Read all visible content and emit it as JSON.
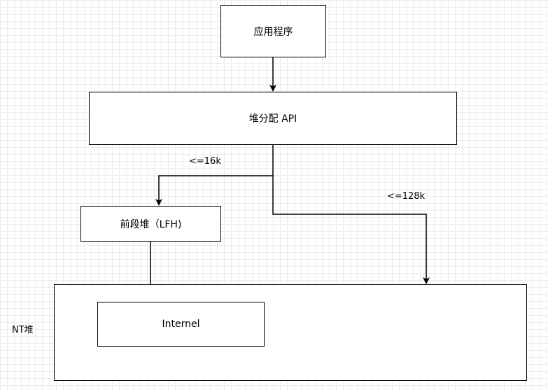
{
  "nodes": {
    "application": "应用程序",
    "heap_api": "堆分配 API",
    "front_end_heap": "前段堆（LFH)",
    "nt_heap_label": "NT堆",
    "internel": "Internel"
  },
  "edges": {
    "le_16k": "<=16k",
    "le_128k": "<=128k"
  }
}
